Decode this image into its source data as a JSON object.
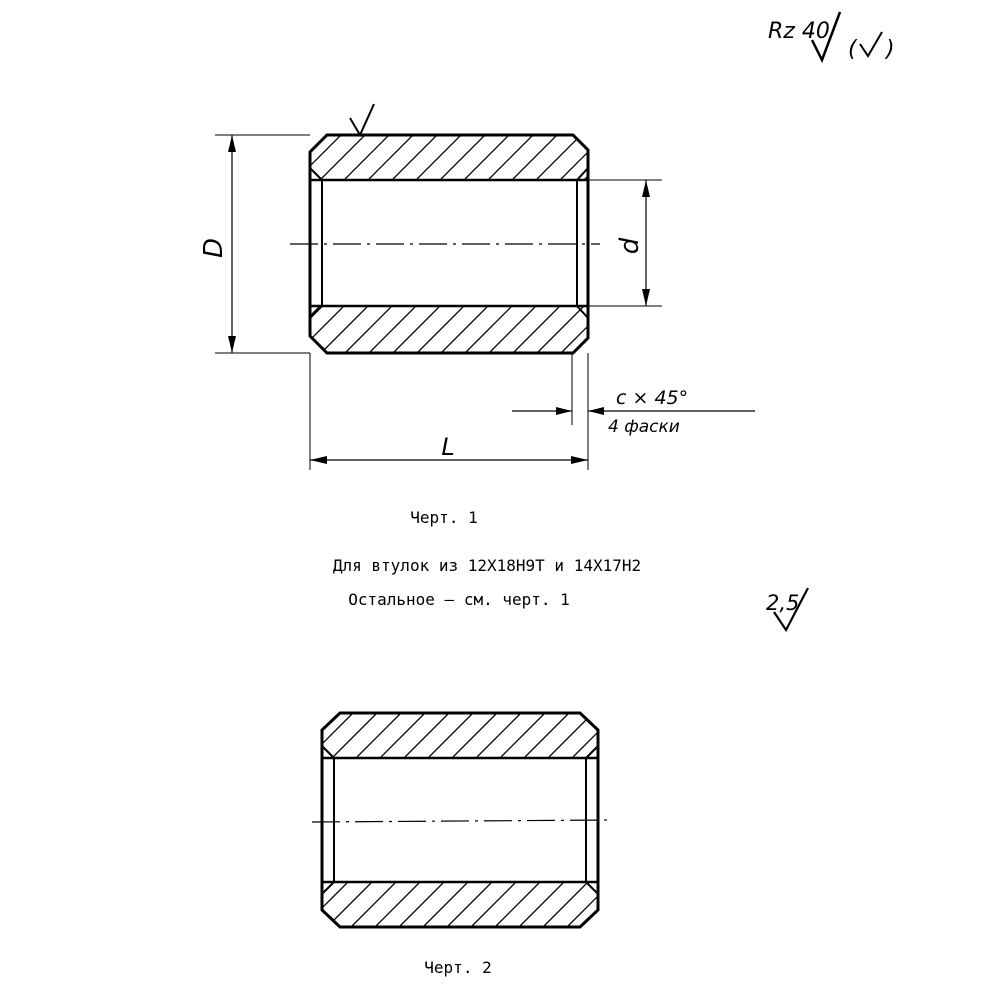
{
  "roughness": {
    "top_value": "Rz 40",
    "top_bracket_open": "(",
    "top_bracket_close": ")",
    "second_value": "2,5"
  },
  "figure1": {
    "dim_outer": "D",
    "dim_inner": "d",
    "dim_length": "L",
    "chamfer_label": "c × 45°",
    "chamfer_note": "4 фаски",
    "caption": "Черт. 1"
  },
  "note": {
    "line1": "Для втулок из 12Х18Н9Т и 14Х17Н2",
    "line2": "Остальное – см. черт. 1"
  },
  "figure2": {
    "caption": "Черт. 2"
  }
}
